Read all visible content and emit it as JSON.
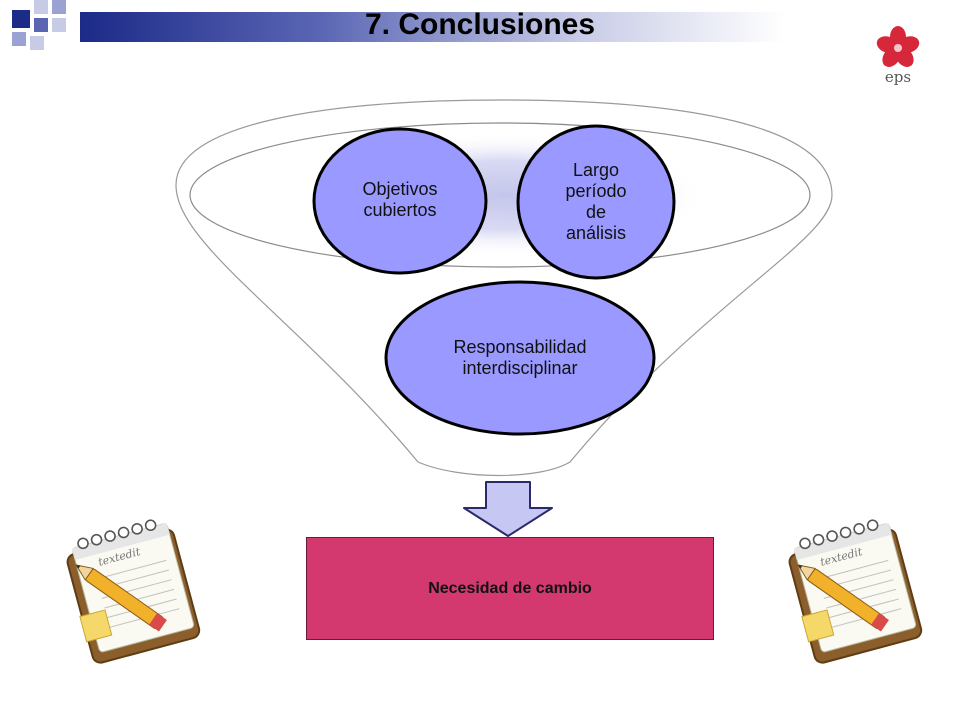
{
  "title": "7. Conclusiones",
  "logo": {
    "text": "eps",
    "icon": "flower-icon"
  },
  "diagram": {
    "top_left": "Objetivos\ncubiertos",
    "top_right": "Largo\nperíodo\nde\nanálisis",
    "bottom": "Responsabilidad\ninterdisciplinar",
    "result": "Necesidad de cambio"
  },
  "decorations": {
    "notepad_text": "textedit",
    "icon": "notepad-pencil-icon"
  },
  "colors": {
    "circle_fill": "#9999ff",
    "result_fill": "#d3396e",
    "title_bar": "#1c2a88"
  }
}
